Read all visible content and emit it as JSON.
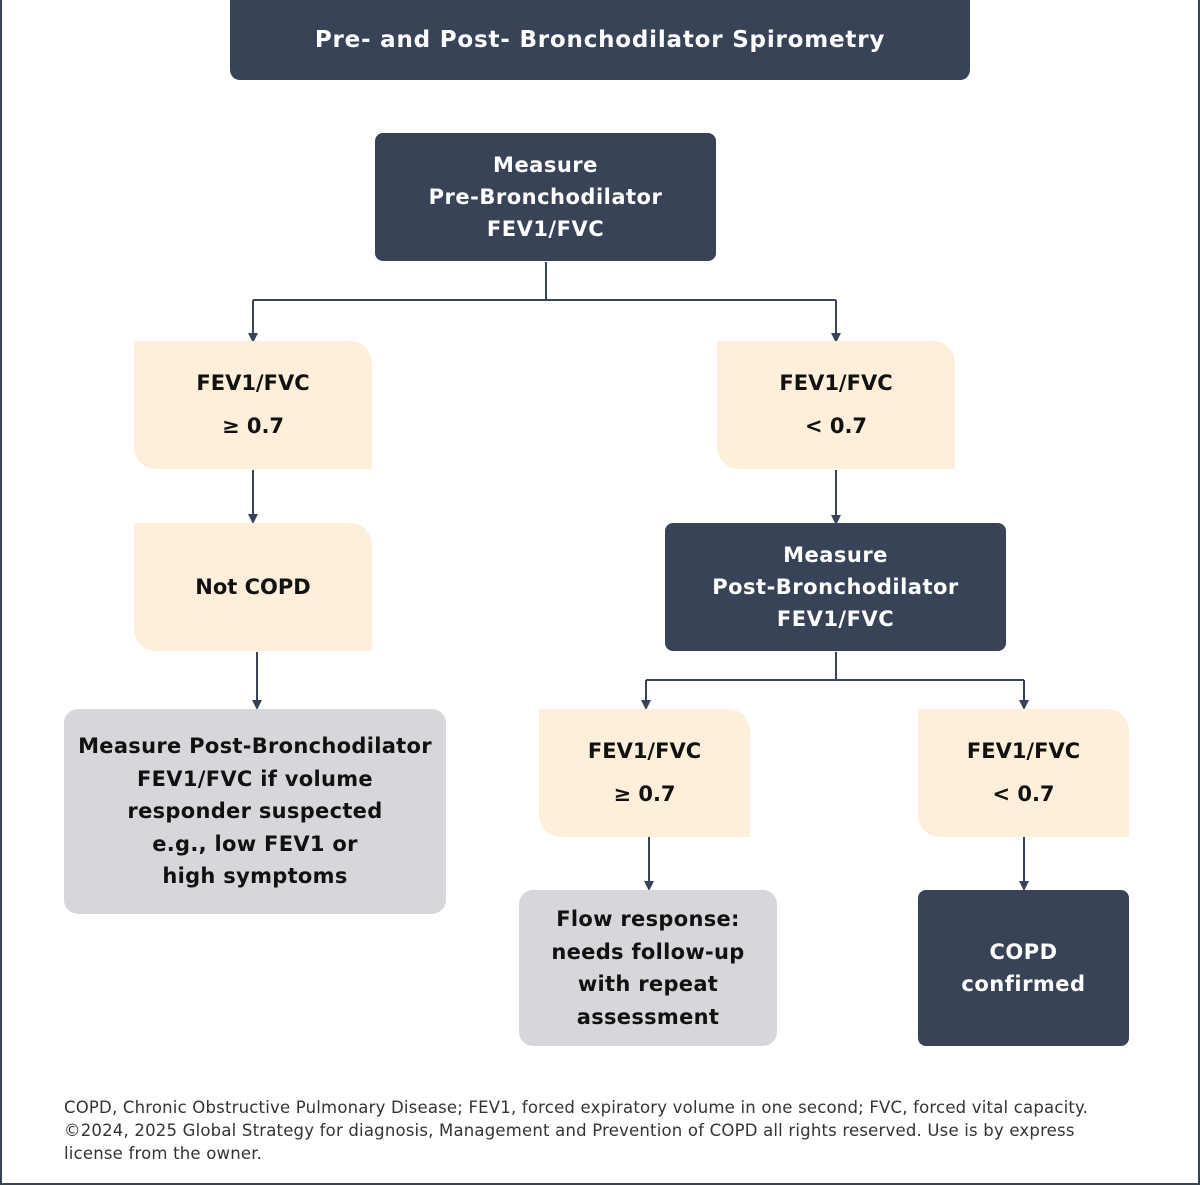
{
  "title": "Pre- and Post- Bronchodilator Spirometry",
  "nodes": {
    "pre_measure": [
      "Measure",
      "Pre-Bronchodilator",
      "FEV1/FVC"
    ],
    "pre_ge": [
      "FEV1/FVC",
      "≥ 0.7"
    ],
    "pre_lt": [
      "FEV1/FVC",
      "< 0.7"
    ],
    "not_copd": [
      "Not COPD"
    ],
    "volume_responder": [
      "Measure Post-Bronchodilator",
      "FEV1/FVC if volume",
      "responder suspected",
      "e.g., low FEV1 or",
      "high symptoms"
    ],
    "post_measure": [
      "Measure",
      "Post-Bronchodilator",
      "FEV1/FVC"
    ],
    "post_ge": [
      "FEV1/FVC",
      "≥ 0.7"
    ],
    "post_lt": [
      "FEV1/FVC",
      "< 0.7"
    ],
    "flow_response": [
      "Flow response:",
      "needs follow-up",
      "with repeat",
      "assessment"
    ],
    "copd_confirmed": [
      "COPD",
      "confirmed"
    ]
  },
  "footnote": [
    "COPD, Chronic Obstructive Pulmonary Disease; FEV1, forced expiratory volume in one second; FVC, forced vital capacity.",
    "©2024, 2025 Global Strategy for diagnosis, Management and Prevention of COPD all rights reserved. Use is by express",
    "license from the owner."
  ],
  "colors": {
    "dark_box": "#384357",
    "cream_box": "#fdefd9",
    "gray_box": "#d7d7db",
    "connector": "#384357"
  }
}
